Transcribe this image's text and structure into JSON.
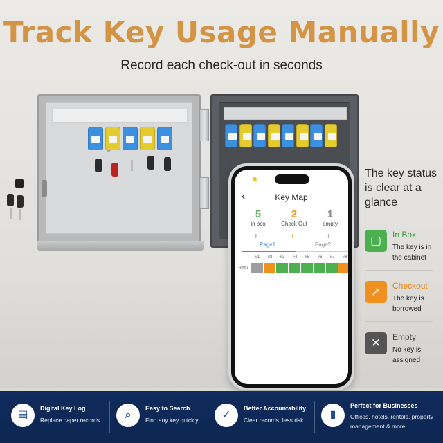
{
  "header": {
    "title": "Track Key Usage Manually",
    "subtitle": "Record each check-out in seconds"
  },
  "phone": {
    "screen_title": "Key Map",
    "back_icon": "chevron-left-icon",
    "stats": [
      {
        "value": "5",
        "label": "in box",
        "color": "#5cb85c"
      },
      {
        "value": "2",
        "label": "Check Out",
        "color": "#f0901e"
      },
      {
        "value": "1",
        "label": "empty",
        "color": "#888888"
      }
    ],
    "tabs": [
      "Page1",
      "Page2"
    ],
    "columns": [
      "#1",
      "#2",
      "#3",
      "#4",
      "#5",
      "#6",
      "#7",
      "#8"
    ],
    "row_label": "Row 1",
    "slots": [
      "empty",
      "checkout",
      "inbox",
      "inbox",
      "inbox",
      "inbox",
      "inbox",
      "checkout"
    ]
  },
  "legend": {
    "heading": "The key status is clear at a glance",
    "items": [
      {
        "name": "In Box",
        "desc": "The key is in the cabinet",
        "color": "#4caf50",
        "icon": "box-icon"
      },
      {
        "name": "Checkout",
        "desc": "The key is borrowed",
        "color": "#f0901e",
        "icon": "external-link-icon"
      },
      {
        "name": "Empty",
        "desc": "No key is assigned",
        "color": "#555555",
        "icon": "close-icon"
      }
    ]
  },
  "footer": {
    "features": [
      {
        "title": "Digital Key Log",
        "desc": "Replace paper records",
        "icon": "document-icon"
      },
      {
        "title": "Easy to Search",
        "desc": "Find any key quickly",
        "icon": "search-icon"
      },
      {
        "title": "Better Accountability",
        "desc": "Clear records, less risk",
        "icon": "shield-check-icon"
      },
      {
        "title": "Perfect for Businesses",
        "desc": "Offices, hotels, rentals, property management & more",
        "icon": "bar-chart-icon"
      }
    ]
  },
  "colors": {
    "title": "#d49445",
    "footer_bg": "#102c5c",
    "inbox": "#4caf50",
    "checkout": "#f0901e",
    "empty": "#9e9e9e"
  }
}
